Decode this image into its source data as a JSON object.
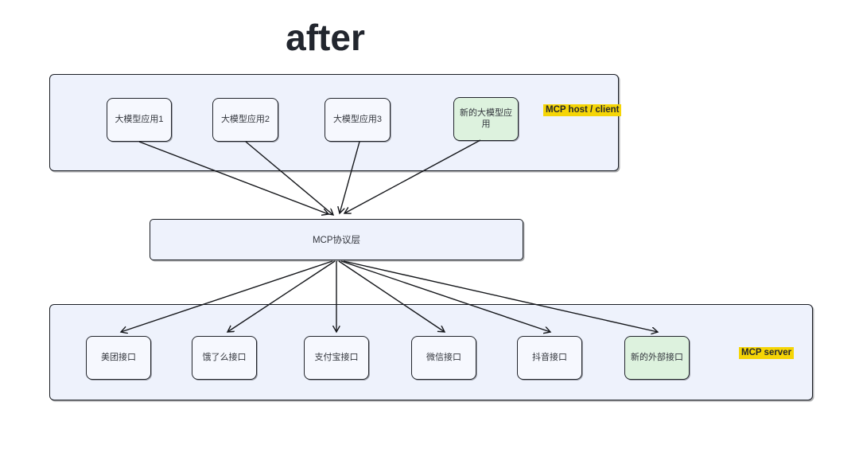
{
  "title": "after",
  "colors": {
    "container_fill": "#eef2fc",
    "node_fill": "#f6f8fe",
    "new_node_green": "#ddf2de",
    "label_highlight_yellow": "#f5d506",
    "border": "#1a1d24",
    "arrow": "#14161a"
  },
  "host_group": {
    "label": "MCP host / client",
    "nodes": [
      {
        "label": "大模型应用1",
        "highlighted": false
      },
      {
        "label": "大模型应用2",
        "highlighted": false
      },
      {
        "label": "大模型应用3",
        "highlighted": false
      },
      {
        "label": "新的大模型应用",
        "highlighted": true
      }
    ]
  },
  "protocol_layer": {
    "label": "MCP协议层"
  },
  "server_group": {
    "label": "MCP server",
    "nodes": [
      {
        "label": "美团接口",
        "highlighted": false
      },
      {
        "label": "饿了么接口",
        "highlighted": false
      },
      {
        "label": "支付宝接口",
        "highlighted": false
      },
      {
        "label": "微信接口",
        "highlighted": false
      },
      {
        "label": "抖音接口",
        "highlighted": false
      },
      {
        "label": "新的外部接口",
        "highlighted": true
      }
    ]
  }
}
